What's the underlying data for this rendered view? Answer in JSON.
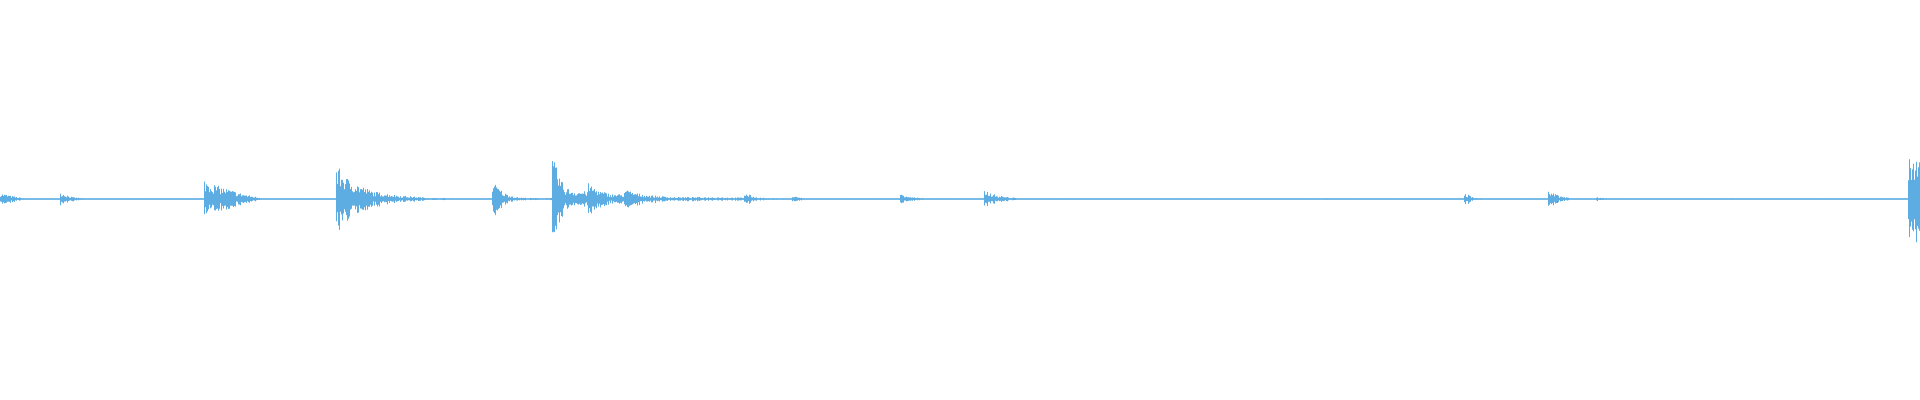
{
  "chart_data": {
    "type": "area",
    "subtype": "audio-waveform",
    "title": "",
    "xlabel": "",
    "ylabel": "",
    "ylim": [
      -1,
      1
    ],
    "grid": false,
    "axes_visible": false,
    "color": "#5dade2",
    "background": "#ffffff",
    "bucket_count": 160,
    "peak_amplitude": [
      0.03,
      0.015,
      0.003,
      0.003,
      0.003,
      0.035,
      0.01,
      0.003,
      0.003,
      0.003,
      0.003,
      0.003,
      0.003,
      0.003,
      0.003,
      0.003,
      0.003,
      0.1,
      0.07,
      0.05,
      0.03,
      0.015,
      0.003,
      0.003,
      0.003,
      0.003,
      0.003,
      0.003,
      0.17,
      0.1,
      0.07,
      0.04,
      0.03,
      0.02,
      0.015,
      0.01,
      0.005,
      0.005,
      0.003,
      0.003,
      0.003,
      0.09,
      0.03,
      0.01,
      0.005,
      0.005,
      0.21,
      0.06,
      0.04,
      0.08,
      0.04,
      0.025,
      0.05,
      0.03,
      0.02,
      0.015,
      0.01,
      0.01,
      0.01,
      0.01,
      0.01,
      0.008,
      0.03,
      0.01,
      0.004,
      0.004,
      0.015,
      0.004,
      0.003,
      0.003,
      0.003,
      0.003,
      0.003,
      0.003,
      0.003,
      0.03,
      0.01,
      0.003,
      0.003,
      0.003,
      0.003,
      0.003,
      0.045,
      0.02,
      0.01,
      0.003,
      0.003,
      0.003,
      0.003,
      0.003,
      0.003,
      0.003,
      0.003,
      0.003,
      0.003,
      0.003,
      0.003,
      0.003,
      0.003,
      0.003,
      0.003,
      0.003,
      0.003,
      0.003,
      0.003,
      0.003,
      0.003,
      0.003,
      0.003,
      0.003,
      0.003,
      0.003,
      0.003,
      0.003,
      0.003,
      0.003,
      0.003,
      0.003,
      0.003,
      0.003,
      0.003,
      0.003,
      0.03,
      0.005,
      0.003,
      0.003,
      0.003,
      0.003,
      0.003,
      0.04,
      0.015,
      0.003,
      0.003,
      0.01,
      0.003,
      0.003,
      0.003,
      0.003,
      0.003,
      0.003,
      0.003,
      0.003,
      0.003,
      0.003,
      0.003,
      0.003,
      0.003,
      0.003,
      0.003,
      0.003,
      0.003,
      0.003,
      0.003,
      0.003,
      0.003,
      0.003,
      0.003,
      0.003,
      0.003,
      0.2
    ]
  }
}
